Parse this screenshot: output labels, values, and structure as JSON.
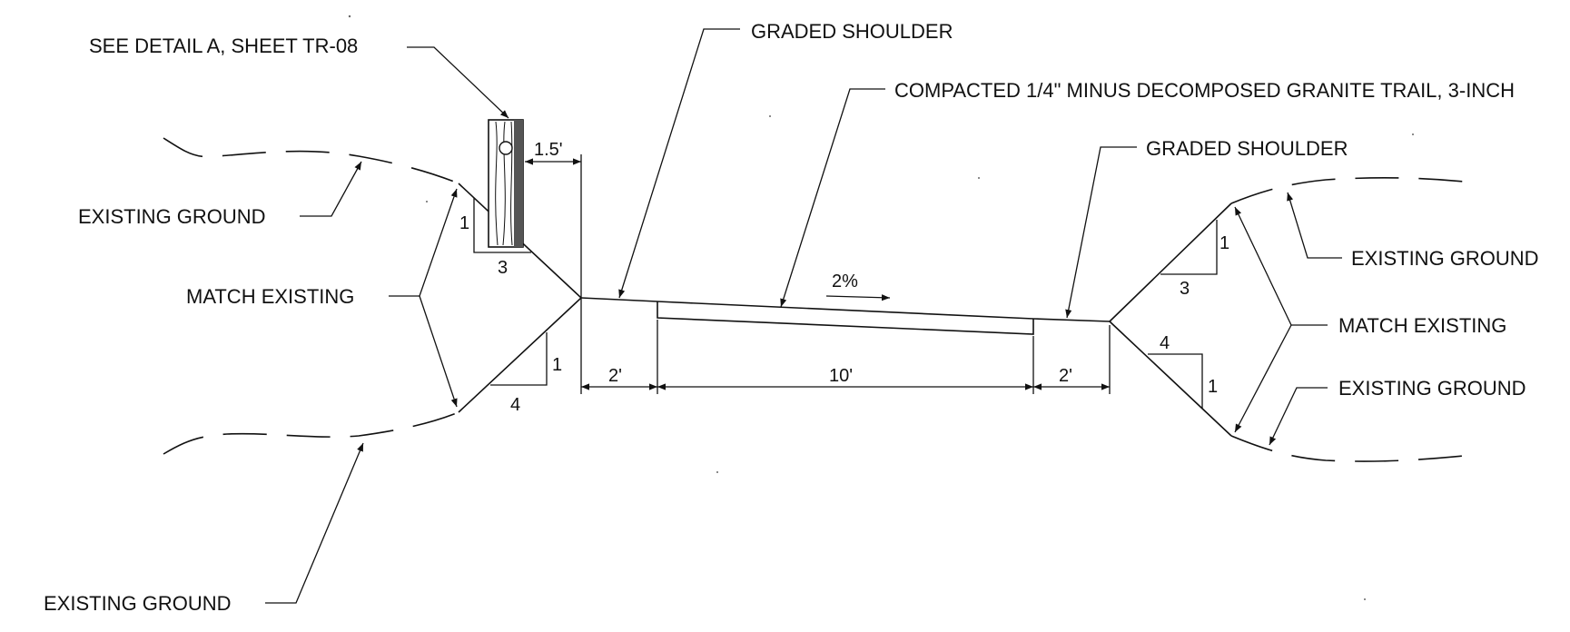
{
  "labels": {
    "see_detail": "SEE DETAIL A, SHEET TR-08",
    "graded_shoulder_left": "GRADED SHOULDER",
    "trail": "COMPACTED 1/4\" MINUS DECOMPOSED GRANITE TRAIL, 3-INCH",
    "graded_shoulder_right": "GRADED SHOULDER",
    "existing_ground_left_top": "EXISTING GROUND",
    "match_existing_left": "MATCH EXISTING",
    "existing_ground_left_bottom": "EXISTING GROUND",
    "existing_ground_right_top": "EXISTING GROUND",
    "match_existing_right": "MATCH EXISTING",
    "existing_ground_right_bottom": "EXISTING GROUND"
  },
  "dimensions": {
    "post_offset": "1.5'",
    "shoulder_left": "2'",
    "trail_width": "10'",
    "shoulder_right": "2'",
    "cross_slope": "2%"
  },
  "slopes": {
    "left_top_rise": "1",
    "left_top_run": "3",
    "left_bottom_rise": "1",
    "left_bottom_run": "4",
    "right_top_rise": "1",
    "right_top_run": "3",
    "right_bottom_run": "4",
    "right_bottom_rise": "1"
  }
}
